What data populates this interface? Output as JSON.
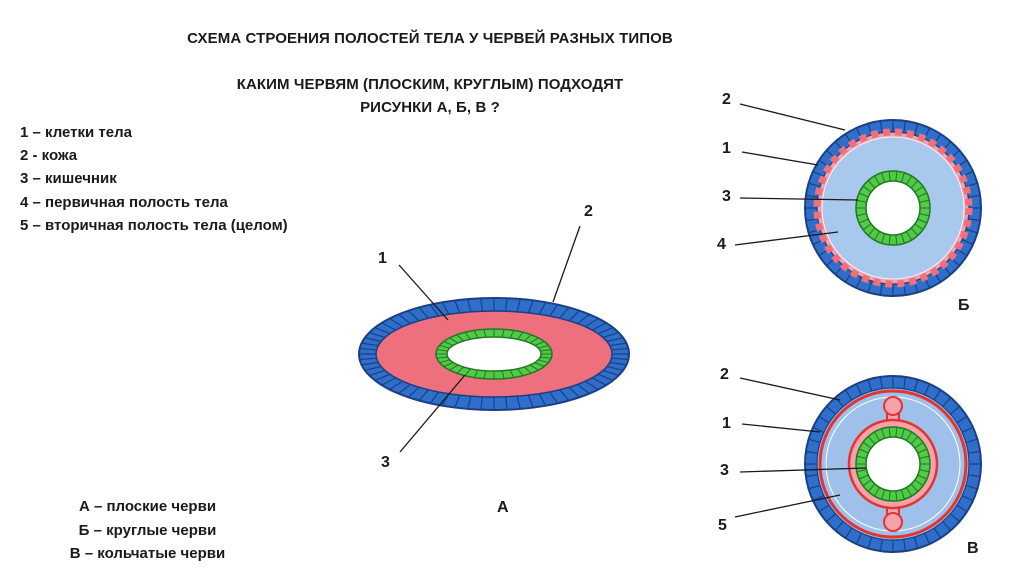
{
  "title": {
    "line1": "СХЕМА СТРОЕНИЯ ПОЛОСТЕЙ ТЕЛА У ЧЕРВЕЙ РАЗНЫХ ТИПОВ",
    "line2": "КАКИМ ЧЕРВЯМ (ПЛОСКИМ, КРУГЛЫМ) ПОДХОДЯТ",
    "line3": "РИСУНКИ А, Б, В ?"
  },
  "legend": [
    "1 – клетки тела",
    "2 -  кожа",
    "3 – кишечник",
    "4 – первичная полость тела",
    "5 – вторичная полость тела (целом)"
  ],
  "answers": [
    "А – плоские черви",
    "Б – круглые черви",
    "В – кольчатые черви"
  ],
  "figures": {
    "a": {
      "label": "А",
      "callouts": [
        "1",
        "2",
        "3"
      ]
    },
    "b": {
      "label": "Б",
      "callouts": [
        "2",
        "1",
        "3",
        "4"
      ]
    },
    "c": {
      "label": "В",
      "callouts": [
        "2",
        "1",
        "3",
        "5"
      ]
    }
  },
  "colors": {
    "skin_blue": "#2f6fc9",
    "skin_border": "#1b3f86",
    "body_cells_pink": "#ee6f7e",
    "body_cells_light_pink": "#f4a3ad",
    "primary_cavity": "#a9c8ee",
    "secondary_cavity": "#9fc0ea",
    "coelom_lining_red": "#e3342f",
    "intestine_green": "#53c94a",
    "intestine_border": "#1f7a1f"
  }
}
